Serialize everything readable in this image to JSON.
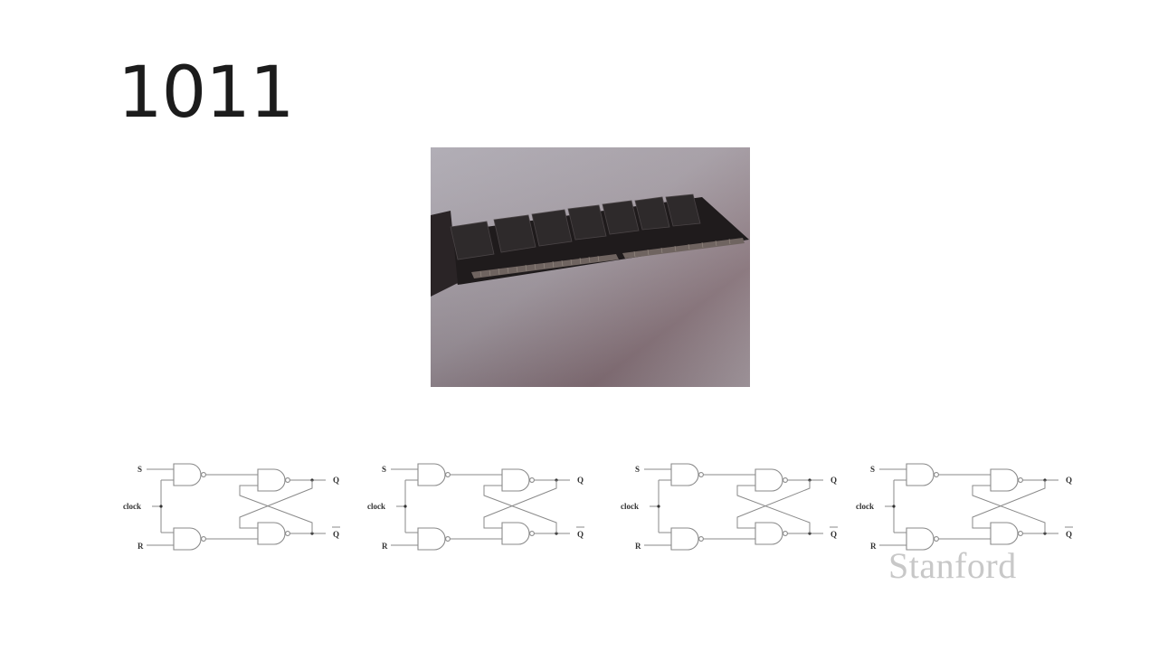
{
  "slide": {
    "title": "1011",
    "watermark": "Stanford"
  },
  "photo": {
    "description_icon": "memory-module-photo"
  },
  "latches": [
    {
      "s_label": "S",
      "clock_label": "clock",
      "r_label": "R",
      "q_label": "Q",
      "qbar_label": "Q"
    },
    {
      "s_label": "S",
      "clock_label": "clock",
      "r_label": "R",
      "q_label": "Q",
      "qbar_label": "Q"
    },
    {
      "s_label": "S",
      "clock_label": "clock",
      "r_label": "R",
      "q_label": "Q",
      "qbar_label": "Q"
    },
    {
      "s_label": "S",
      "clock_label": "clock",
      "r_label": "R",
      "q_label": "Q",
      "qbar_label": "Q"
    }
  ]
}
